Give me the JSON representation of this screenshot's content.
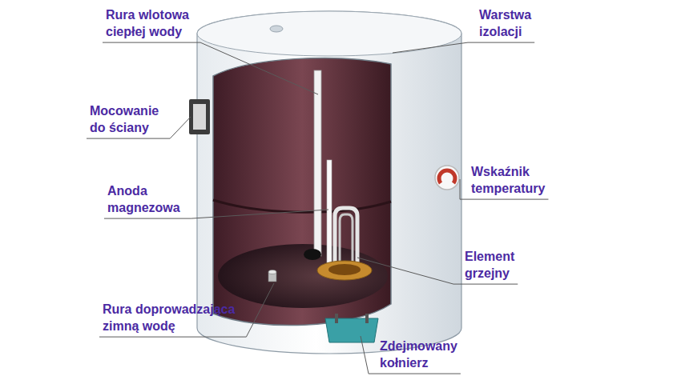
{
  "diagram": {
    "labels": [
      "Rura wlotowa ciepłej wody",
      "Warstwa izolacji",
      "Mocowanie do ściany",
      "Wskaźnik temperatury",
      "Anoda magnezowa",
      "Element grzejny",
      "Rura doprowadzająca zimną wodę",
      "Zdejmowany kołnierz"
    ]
  }
}
